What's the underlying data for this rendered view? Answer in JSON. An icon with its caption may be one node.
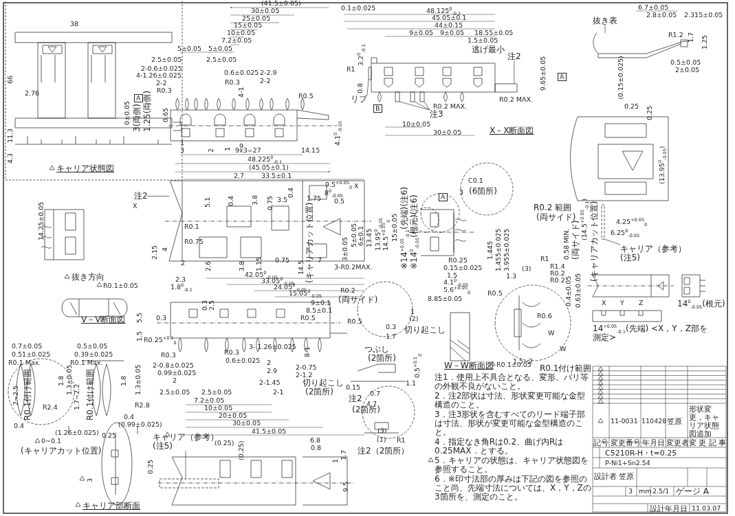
{
  "diagram": {
    "nodes": [
      {
        "text": [
          "抜き表"
        ]
      },
      {
        "text": [
          "リブ"
        ]
      },
      {
        "text": [
          "注3"
        ]
      },
      {
        "text": [
          "注2"
        ]
      },
      {
        "text": [
          "注2"
        ]
      },
      {
        "text": [
          "キャリア（参考）",
          "(注5)"
        ]
      },
      {
        "text": [
          "キャリア（参考）",
          "(注5)"
        ]
      },
      {
        "text": [],
        "shape": "box"
      },
      {
        "text": [],
        "shape": "box"
      },
      {
        "text": [],
        "shape": "box"
      },
      {
        "text": [],
        "shape": "box"
      },
      {
        "text": [],
        "shape": "box"
      },
      {
        "text": [],
        "shape": "picture"
      },
      {
        "text": [],
        "shape": "bar"
      },
      {
        "text": [],
        "shape": "bar"
      },
      {
        "text": [],
        "shape": "picture"
      }
    ],
    "edges": [
      {
        "from": 0,
        "to": 15,
        "arrow": "none"
      },
      {
        "from": 1,
        "to": 7,
        "arrow": "none"
      },
      {
        "from": 2,
        "to": 8,
        "arrow": "none"
      },
      {
        "from": 2,
        "to": 9,
        "arrow": "none"
      },
      {
        "from": 2,
        "to": 10,
        "arrow": "none"
      },
      {
        "from": 3,
        "to": 11,
        "arrow": "none"
      },
      {
        "from": 4,
        "to": 12,
        "arrow": "none"
      },
      {
        "from": 5,
        "to": 13,
        "arrow": "none"
      },
      {
        "from": 6,
        "to": 14,
        "arrow": "none"
      }
    ],
    "labels": [
      "38",
      "66",
      "2.76",
      "11.3",
      "4.3",
      "キャリア状態図",
      "(41.5±0.05)",
      "30±0.05",
      "25±0.05",
      "15±0.05",
      "10±0.05",
      "7.2±0.05",
      "5±0.05",
      "5±0.05",
      "2.5±0.05",
      "2.5±0.05",
      "2-0.6±0.025",
      "4-1.26±0.025",
      "2-2",
      "R0.3",
      "0.6±0.025",
      "R0.3",
      "2-2.9",
      "2-2",
      "4-1",
      "R0.5",
      "3(両側)",
      "1.25(両側)",
      "0.65",
      "0±0.05",
      "1",
      "3",
      "2",
      "1",
      "9",
      "9x3=27",
      "14.15",
      "48.225$^{0}$$_{-0.1}$",
      "(45.05±0.1)",
      "0.1±0.025",
      "48.125$^{0}$$_{-0.1}$",
      "45.05±0.1",
      "44±0.15",
      "9±0.05",
      "9±0.05",
      "18.55±0.05",
      "1.5±0.05",
      "逃げ最小",
      "3.2$^{0}$$_{-0.1}$",
      "R1",
      "0.8",
      "9.65±0.05",
      "R0.2 MAX.",
      "R0.2 MAX.",
      "10±0.05",
      "30±0.05",
      "X－X断面図",
      "4.1$^{0}$$_{-0.05}$",
      "6.7±0.05",
      "2.8±0.05",
      "2.315±0.05",
      "R1.2",
      "1.7",
      "1.25",
      "0.5±0.05",
      "2±0.05",
      "(0.15±0.025)",
      "0.25",
      "0.25",
      "(13.95$^{0}$$_{-0.05}$)",
      "X",
      "X",
      "2.7",
      "33.5±0.1",
      "9.5$^{+0.05}$$_{0}$",
      "8$^{0}$$_{-0.05}$",
      "1.75",
      "0.5",
      "5.1",
      "0.4",
      "3.8",
      "0.75",
      "3.5",
      "0.4",
      "R0.1",
      "R0.75",
      "2.15",
      "4",
      "2",
      "2.6",
      "3.8",
      "1.15",
      "0.75",
      "5±0.05",
      "6±0.1",
      "13.45",
      "3±0.05",
      "7",
      "3-R0.2MAX.",
      "14.5",
      "(キャリアカット位置)",
      "R0.2",
      "(両サイド)",
      "14.25±0.05",
      "抜き方向",
      "R0.1±0.05",
      "V－V断面図",
      "C0.1",
      "3",
      "(6箇所)",
      "13.95$^{0}$$_{-0.05}$",
      "14.5$^{+0.05}$$_{0}$",
      "15±0.05",
      "※14$^{+0.05}$$_{-0.1}$(先端)(注6)",
      "※14$^{0}$$_{-0.05}$(根元)(注6)",
      "1.445",
      "1.455±0.025",
      "3.955±0.025",
      "R0.25",
      "0.15±0.025",
      "1.5",
      "4.1$^{0}$$_{-0.05}$",
      "5.6$^{+0.05}$$_{0}$",
      "8.85±0.05",
      "R0.2 範囲",
      "(両サイド)",
      "0.58 MIN.",
      "(両サイド)",
      "(14.5$^{+0.05}$$_{-0.1}$)",
      "(キャリアカット位置)",
      "4.25$^{+0.05}$$_{0}$",
      "6.25$^{0}$$_{-0.05}$",
      "R1",
      "(3)",
      "1.3",
      "R1.4",
      "R0.2",
      "R0.2",
      "R0.5",
      "R0.6",
      "0.4±0.05",
      "0.63±0.05",
      "W",
      "W",
      "1.5~2",
      "R0.1付け範囲",
      "2.3",
      "1.8$^{0}$$_{-0.1}$",
      "42.05$^{0}$$_{-0.05}$",
      "33.05$^{0}$$_{-0.05}$",
      "24.05$^{0}$$_{-0.05}$",
      "15.05$^{0}$$_{-0.05}$",
      "0.3",
      "2.5",
      "9±0.1",
      "8.5±0.1",
      "R0.5",
      "5.5",
      "0.3",
      "1.5",
      "R0.25$^{+0.1}$$_{0}$",
      "R0.3",
      "R0.3",
      "8-1",
      "3- 1.26±0.025",
      "0.6±0.025",
      "2",
      "2.9",
      "2-0.8±0.025",
      "0.99±0.025",
      "2",
      "2.5±0.05",
      "2.5±0.05",
      "7.2±0.05",
      "10±0.05",
      "20±0.05",
      "30±0.05",
      "41.5±0.05",
      "2-0.75",
      "2-1.2",
      "2-1.45",
      "2-1",
      "切り起こし",
      "(2箇所)",
      "0.7±0.05",
      "0.51±0.025",
      "0.5±0.05",
      "0.39±0.025",
      "R0.1 Max.",
      "R0.1 Max.",
      "2~2.5",
      "R0.1付け範囲",
      "1.8",
      "1.3±0.05",
      "1.7~2.2",
      "R0.1付け範囲",
      "1.8",
      "1.3±0.05",
      "R2.4",
      "R2.8",
      "0.4",
      "0.4",
      "(0.99±0.025)",
      "(1.26±0.025)",
      "0.25",
      "0~0.1",
      "(キャリアカット位置)",
      "0.25",
      "3",
      "キャリア部断面",
      "(0.25)",
      "(0.25)",
      "6.8",
      "0.8",
      "1",
      "1.7",
      "9.5",
      "つぶし",
      "(2箇所)",
      "1",
      "(2)",
      "0.3",
      "1.7",
      "切り起こし",
      "0.5$^{+0.1}$$_{0}$",
      "1.1",
      "0.7",
      "0.15",
      "注2",
      "(2箇所)",
      "4.7",
      "注2（2箇所）",
      "(3)",
      "(1)",
      "R1",
      "R0.1±0.05",
      "W－W断面図",
      "注1．使用上不具合となる、変形、バリ等の外観不良がないこと。",
      "2．注2部状は寸法、形状変更可能な金型構造のこと。",
      "3．注3形状を含むすべてのリード端子部は寸法、形状が変更可能な金型構造のこと。",
      "4．指定なき角Rは0.2、曲げ内Rは0.25MAX．とする。",
      "5．キャリアの状態は、キャリア状態図を参照すること。",
      "6．※印寸法部の厚みは下記の図を参照のこと尚、先端寸法については、X，Y，Zの3箇所を、測定のこと。",
      "X",
      "Y",
      "Z",
      "14$^{+0.05}$$_{-0.1}$(先端) <X，Y，Z部を測定>",
      "14$^{0}$$_{-0.05}$(根元)",
      "11-0031",
      "110428",
      "笠原",
      "形状変更，キャリア状態図追加",
      "記号",
      "変更番号",
      "年月日",
      "変更者",
      "変 更 記 事",
      "C5210R-H・t=0.25",
      "P-Ni1+Sn2.54",
      "設計者",
      "笠原",
      "3",
      "mm",
      "2.5/1",
      "ゲージ A",
      "設計年月日",
      "11.03.07",
      "R0.5",
      "A",
      "A",
      "B",
      "A"
    ]
  }
}
